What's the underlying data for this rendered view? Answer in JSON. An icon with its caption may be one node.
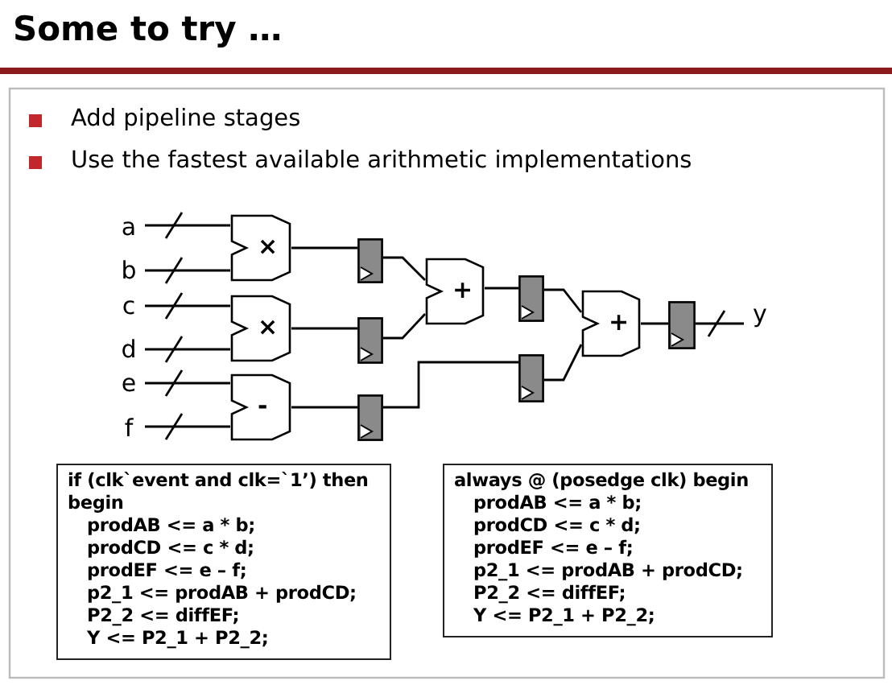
{
  "diagram": {
    "title": "Some to try …",
    "nodes": [
      {
        "text": [
          "a"
        ]
      },
      {
        "text": [
          "b"
        ]
      },
      {
        "text": [
          "c"
        ]
      },
      {
        "text": [
          "d"
        ]
      },
      {
        "text": [
          "e"
        ]
      },
      {
        "text": [
          "f"
        ]
      },
      {
        "text": [
          "×"
        ]
      },
      {
        "text": [
          "×"
        ]
      },
      {
        "text": [
          "-"
        ]
      },
      {
        "text": [],
        "shape": "box"
      },
      {
        "text": [],
        "shape": "box"
      },
      {
        "text": [],
        "shape": "box"
      },
      {
        "text": [
          "+"
        ]
      },
      {
        "text": [],
        "shape": "box"
      },
      {
        "text": [],
        "shape": "box"
      },
      {
        "text": [
          "+"
        ]
      },
      {
        "text": [],
        "shape": "box"
      },
      {
        "text": [
          "y"
        ]
      },
      {
        "text": [
          "if (clk`event and clk=`1’) then",
          "begin",
          "prodAB <= a * b;",
          "prodCD <= c * d;",
          "prodEF <= e – f;",
          "p2_1 <= prodAB + prodCD;",
          "P2_2 <= diffEF;",
          "Y <= P2_1 + P2_2;"
        ]
      },
      {
        "text": [
          "always @ (posedge clk) begin",
          "prodAB <= a * b;",
          "prodCD <= c * d;",
          "prodEF <= e – f;",
          "p2_1 <= prodAB + prodCD;",
          "P2_2 <= diffEF;",
          "Y <= P2_1 + P2_2;"
        ]
      }
    ],
    "edges": [
      {
        "from": 0,
        "to": 6,
        "arrow": "none"
      },
      {
        "from": 1,
        "to": 6,
        "arrow": "none"
      },
      {
        "from": 2,
        "to": 7,
        "arrow": "none"
      },
      {
        "from": 3,
        "to": 7,
        "arrow": "none"
      },
      {
        "from": 4,
        "to": 8,
        "arrow": "none"
      },
      {
        "from": 5,
        "to": 8,
        "arrow": "none"
      },
      {
        "from": 6,
        "to": 9,
        "arrow": "none"
      },
      {
        "from": 7,
        "to": 10,
        "arrow": "none"
      },
      {
        "from": 8,
        "to": 11,
        "arrow": "none"
      },
      {
        "from": 9,
        "to": 12,
        "arrow": "none"
      },
      {
        "from": 10,
        "to": 12,
        "arrow": "none"
      },
      {
        "from": 12,
        "to": 13,
        "arrow": "none"
      },
      {
        "from": 11,
        "to": 14,
        "arrow": "none"
      },
      {
        "from": 13,
        "to": 15,
        "arrow": "none"
      },
      {
        "from": 14,
        "to": 15,
        "arrow": "none"
      },
      {
        "from": 15,
        "to": 16,
        "arrow": "none"
      },
      {
        "from": 16,
        "to": 17,
        "arrow": "none"
      }
    ],
    "labels": [
      "Add pipeline stages",
      "Use the fastest available arithmetic implementations"
    ]
  }
}
